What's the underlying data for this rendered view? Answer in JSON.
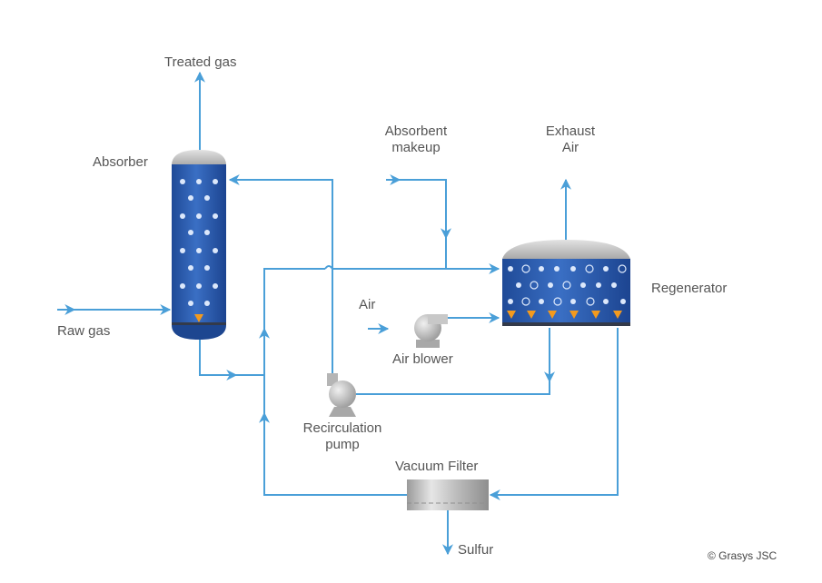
{
  "labels": {
    "treated_gas": "Treated gas",
    "absorber": "Absorber",
    "raw_gas": "Raw gas",
    "absorbent_makeup_line1": "Absorbent",
    "absorbent_makeup_line2": "makeup",
    "exhaust_air_line1": "Exhaust",
    "exhaust_air_line2": "Air",
    "regenerator": "Regenerator",
    "air": "Air",
    "air_blower": "Air blower",
    "recirculation_pump_line1": "Recirculation",
    "recirculation_pump_line2": "pump",
    "vacuum_filter": "Vacuum Filter",
    "sulfur": "Sulfur",
    "copyright": "© Grasys JSC"
  },
  "colors": {
    "flow_line": "#4a9fd8",
    "vessel_blue": "#2f5fb0",
    "vessel_cap": "#c4c4c4",
    "spray_nozzle": "#f39a1e",
    "equipment_gray": "#b8b8b8",
    "label_text": "#555555"
  }
}
